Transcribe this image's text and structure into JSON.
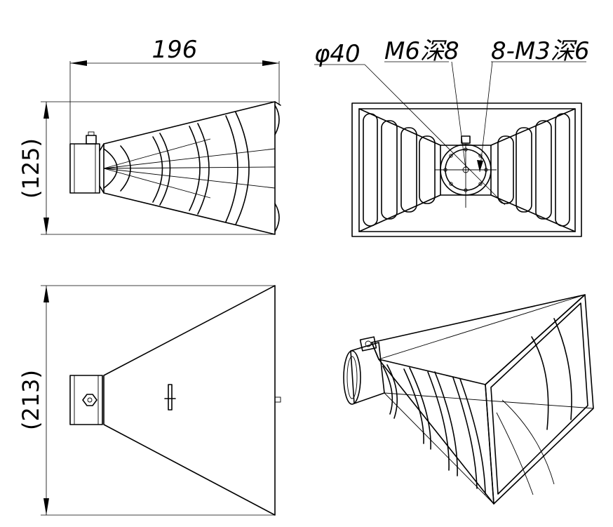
{
  "dimensions": {
    "width_label": "196",
    "height_side_label": "(125)",
    "height_top_label": "(213)"
  },
  "callouts": {
    "diameter": "φ40",
    "thread_center": "M6深8",
    "thread_holes": "8-M3深6"
  },
  "views": [
    "side-view",
    "front-view",
    "top-view",
    "isometric-view"
  ],
  "colors": {
    "line": "#000000",
    "background": "#ffffff"
  }
}
